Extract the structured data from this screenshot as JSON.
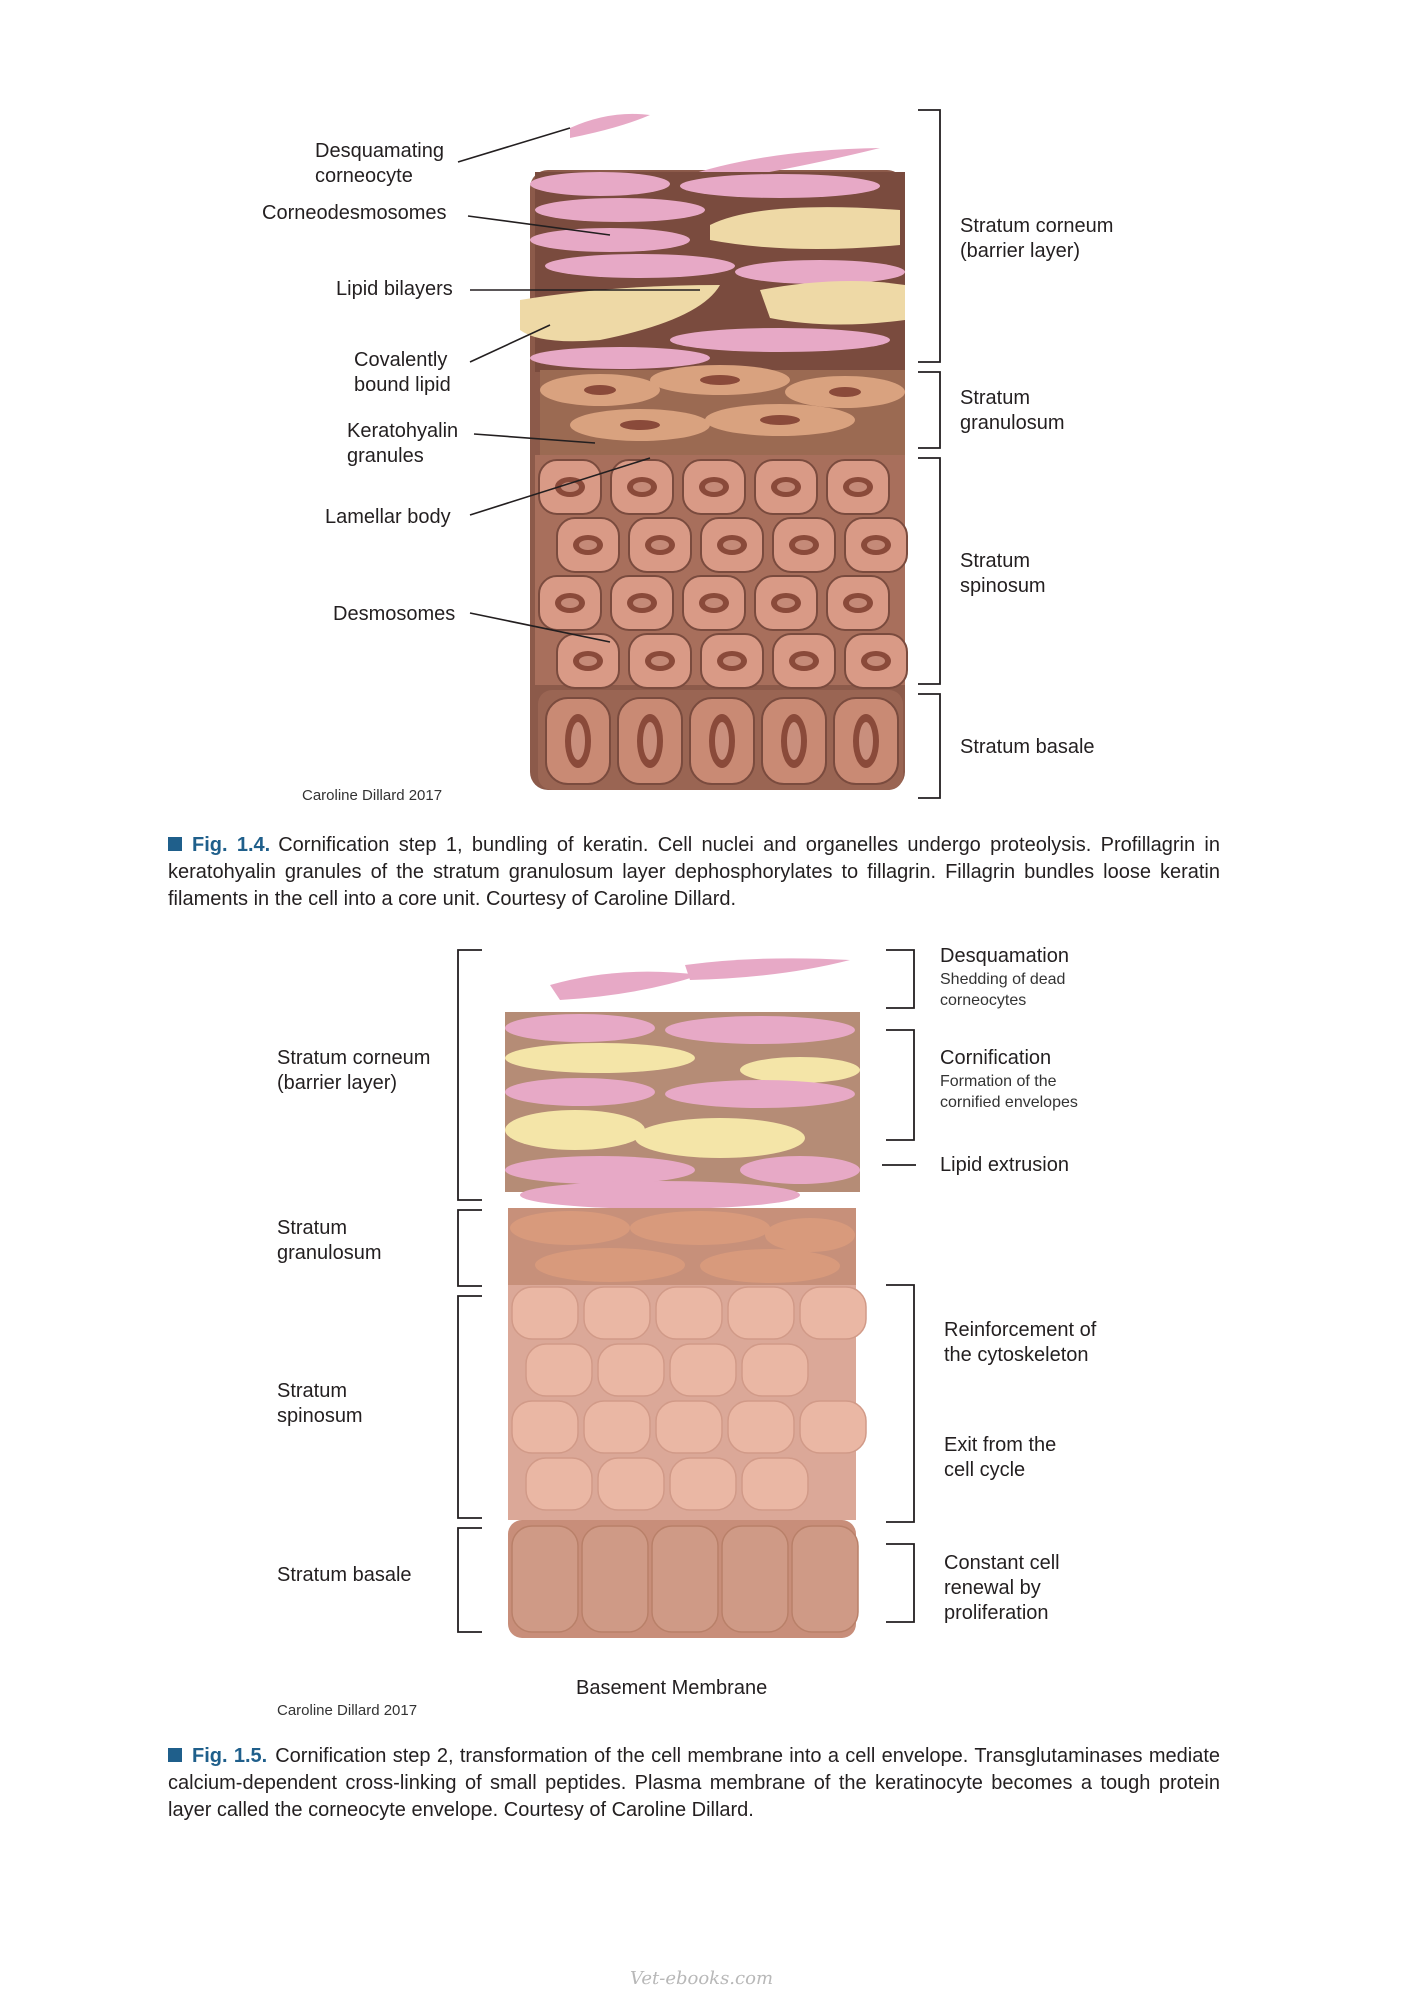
{
  "figure1": {
    "labels_left": {
      "desquamating": [
        "Desquamating",
        "corneocyte"
      ],
      "corneodesmosomes": "Corneodesmosomes",
      "lipid_bilayers": "Lipid bilayers",
      "covalently": [
        "Covalently",
        "bound lipid"
      ],
      "keratohyalin": [
        "Keratohyalin",
        "granules"
      ],
      "lamellar": "Lamellar body",
      "desmosomes": "Desmosomes"
    },
    "labels_right": {
      "corneum": [
        "Stratum corneum",
        "(barrier layer)"
      ],
      "granulosum": [
        "Stratum",
        "granulosum"
      ],
      "spinosum": [
        "Stratum",
        "spinosum"
      ],
      "basale": "Stratum basale"
    },
    "credit": "Caroline Dillard 2017",
    "caption": {
      "number": "Fig. 1.4.",
      "text": "Cornification step 1, bundling of keratin. Cell nuclei and organelles undergo proteolysis. Profillagrin in keratohyalin granules of the stratum granulosum layer dephosphorylates to fillagrin. Fillagrin bundles loose keratin filaments in the cell into a core unit. Courtesy of Caroline Dillard."
    }
  },
  "figure2": {
    "labels_left": {
      "corneum": [
        "Stratum corneum",
        "(barrier layer)"
      ],
      "granulosum": [
        "Stratum",
        "granulosum"
      ],
      "spinosum": [
        "Stratum",
        "spinosum"
      ],
      "basale": "Stratum basale"
    },
    "labels_right": {
      "desquamation": {
        "title": "Desquamation",
        "sub": [
          "Shedding of dead",
          "corneocytes"
        ]
      },
      "cornification": {
        "title": "Cornification",
        "sub": [
          "Formation of the",
          "cornified envelopes"
        ]
      },
      "lipid_extrusion": "Lipid extrusion",
      "reinforcement": [
        "Reinforcement of",
        "the cytoskeleton"
      ],
      "exit": [
        "Exit from the",
        "cell cycle"
      ],
      "renewal": [
        "Constant cell",
        "renewal by",
        "proliferation"
      ]
    },
    "basement": "Basement Membrane",
    "credit": "Caroline Dillard 2017",
    "caption": {
      "number": "Fig. 1.5.",
      "text": "Cornification step 2, transformation of the cell membrane into a cell envelope. Transglutaminases mediate calcium-dependent cross-linking of small peptides. Plasma membrane of the keratinocyte becomes a tough protein layer called the corneocyte envelope. Courtesy of Caroline Dillard."
    }
  },
  "watermark": "Vet-ebooks.com",
  "colors": {
    "pink": "#e7a9c6",
    "lipid": "#eed9a6",
    "granular": "#d9a27f",
    "spinous": "#d99a86",
    "basal": "#c98a74",
    "nucleus": "#8a4a3a",
    "caption_blue": "#1f5f8b"
  }
}
